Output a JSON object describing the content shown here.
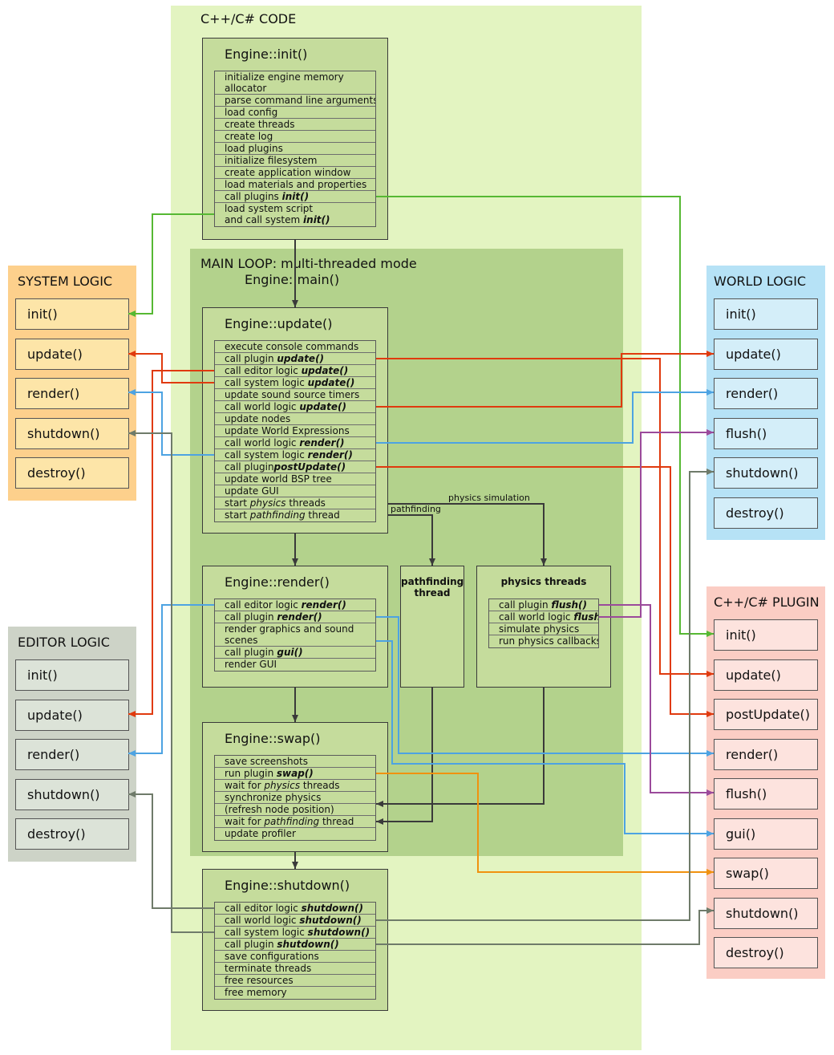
{
  "cpp_code": {
    "title": "C++/C# CODE"
  },
  "main_loop": {
    "title_line1": "MAIN LOOP: multi-threaded mode",
    "title_line2": "Engine::main()"
  },
  "init": {
    "title": "Engine::init()",
    "steps": [
      "initialize engine memory allocator",
      "parse command line arguments",
      "load config",
      "create threads",
      "create log",
      "load plugins",
      "initialize filesystem",
      "create application window",
      "load materials and properties",
      {
        "pre": "call plugins ",
        "em": "init()"
      },
      {
        "pre": "load system script",
        "line2pre": "and call system ",
        "em": "init()"
      }
    ]
  },
  "update": {
    "title": "Engine::update()",
    "steps": [
      "execute console commands",
      {
        "pre": "call plugin ",
        "em": "update()"
      },
      {
        "pre": "call editor logic ",
        "em": "update()"
      },
      {
        "pre": "call system logic ",
        "em": "update()"
      },
      "update sound source timers",
      {
        "pre": "call world logic ",
        "em": "update()"
      },
      "update nodes",
      "update World Expressions",
      {
        "pre": "call world  logic ",
        "em": "render()"
      },
      {
        "pre": "call system logic ",
        "em": "render()"
      },
      {
        "pre": "call plugin",
        "em": "postUpdate()"
      },
      "update world BSP tree",
      "update GUI",
      {
        "pre": "start ",
        "it": "physics",
        "post": " threads"
      },
      {
        "pre": "start ",
        "it": "pathfinding",
        "post": " thread"
      }
    ]
  },
  "render": {
    "title": "Engine::render()",
    "steps": [
      {
        "pre": "call editor logic ",
        "em": "render()"
      },
      {
        "pre": "call plugin ",
        "em": "render()"
      },
      "render graphics and sound scenes",
      {
        "pre": "call plugin ",
        "em": "gui()"
      },
      "render GUI"
    ]
  },
  "swap": {
    "title": "Engine::swap()",
    "steps": [
      "save screenshots",
      {
        "pre": "run plugin ",
        "em": "swap()"
      },
      {
        "pre": "wait for ",
        "it": "physics",
        "post": " threads"
      },
      "synchronize physics",
      "(refresh node position)",
      {
        "pre": "wait for ",
        "it": "pathfinding",
        "post": " thread"
      },
      "update profiler"
    ]
  },
  "shutdown": {
    "title": "Engine::shutdown()",
    "steps": [
      {
        "pre": "call editor logic ",
        "em": "shutdown()"
      },
      {
        "pre": "call world logic ",
        "em": "shutdown()"
      },
      {
        "pre": "call system logic ",
        "em": "shutdown()"
      },
      {
        "pre": "call plugin ",
        "em": "shutdown()"
      },
      "save configurations",
      "terminate threads",
      "free resources",
      "free memory"
    ]
  },
  "pathfinding_thread": {
    "title": "pathfinding thread"
  },
  "physics_threads": {
    "title": "physics threads",
    "steps": [
      {
        "pre": "call plugin ",
        "em": "flush()"
      },
      {
        "pre": "call world logic ",
        "em": "flush()"
      },
      "simulate physics",
      "run physics callbacks"
    ]
  },
  "labels": {
    "physics_simulation": "physics simulation",
    "pathfinding": "pathfinding"
  },
  "system_logic": {
    "title": "SYSTEM LOGIC",
    "items": [
      "init()",
      "update()",
      "render()",
      "shutdown()",
      "destroy()"
    ],
    "color": "#fde5a8",
    "frame": "#fdd08c"
  },
  "editor_logic": {
    "title": "EDITOR LOGIC",
    "items": [
      "init()",
      "update()",
      "render()",
      "shutdown()",
      "destroy()"
    ],
    "color": "#dce3d8",
    "frame": "#cdd3c7"
  },
  "world_logic": {
    "title": "WORLD LOGIC",
    "items": [
      "init()",
      "update()",
      "render()",
      "flush()",
      "shutdown()",
      "destroy()"
    ],
    "color": "#d4eef9",
    "frame": "#b6e2f6"
  },
  "plugin": {
    "title": "C++/C# PLUGIN",
    "items": [
      "init()",
      "update()",
      "postUpdate()",
      "render()",
      "flush()",
      "gui()",
      "swap()",
      "shutdown()",
      "destroy()"
    ],
    "color": "#fde3de",
    "frame": "#fbcdc4"
  },
  "colors": {
    "init": "#56b833",
    "update": "#e03a0e",
    "render": "#4da3e2",
    "flush": "#9b4a9b",
    "shutdown": "#6f7b6a",
    "swap": "#f0920f",
    "flow": "#3a3a3a"
  }
}
